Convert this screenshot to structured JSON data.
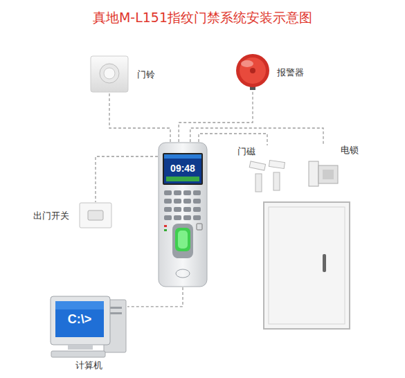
{
  "diagram": {
    "title": "真地M-L151指纹门禁系统安装示意图",
    "nodes": [
      {
        "text": [
          "门铃"
        ]
      },
      {
        "text": [
          "报警器"
        ]
      },
      {
        "text": [
          "09:48"
        ]
      },
      {
        "text": [
          "门磁"
        ]
      },
      {
        "text": [
          "电锁"
        ]
      },
      {
        "text": [
          "出门开关"
        ]
      },
      {
        "text": [
          "C:\\>",
          "计算机"
        ]
      }
    ],
    "edges": [
      {
        "from": 2,
        "to": 0,
        "arrow": "none"
      },
      {
        "from": 2,
        "to": 1,
        "arrow": "none"
      },
      {
        "from": 2,
        "to": 3,
        "arrow": "none"
      },
      {
        "from": 2,
        "to": 4,
        "arrow": "none"
      },
      {
        "from": 2,
        "to": 5,
        "arrow": "none"
      },
      {
        "from": 2,
        "to": 6,
        "arrow": "none"
      }
    ]
  }
}
